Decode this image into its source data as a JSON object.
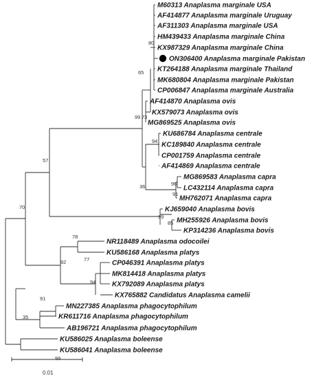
{
  "tree": {
    "leaves": [
      {
        "id": "L1",
        "accession": "M60313",
        "name": "Anaplasma marginale USA"
      },
      {
        "id": "L2",
        "accession": "AF414877",
        "name": "Anaplasma marginale Uruguay"
      },
      {
        "id": "L3",
        "accession": "AF311303",
        "name": "Anaplasma marginale USA"
      },
      {
        "id": "L4",
        "accession": "HM439433",
        "name": "Anaplasma marginale China"
      },
      {
        "id": "L5",
        "accession": "KX987329",
        "name": "Anaplasma marginale China"
      },
      {
        "id": "L6",
        "accession": "ON306400",
        "name": "Anaplasma marginale Pakistan",
        "marked": true
      },
      {
        "id": "L7",
        "accession": "KT264188",
        "name": "Anaplasma marginale Thailand"
      },
      {
        "id": "L8",
        "accession": "MK680804",
        "name": "Anaplasma marginale Pakistan"
      },
      {
        "id": "L9",
        "accession": "CP006847",
        "name": "Anaplasma marginale Australia"
      },
      {
        "id": "L10",
        "accession": "AF414870",
        "name": "Anaplasma ovis"
      },
      {
        "id": "L11",
        "accession": "KX579073",
        "name": "Anaplasma ovis"
      },
      {
        "id": "L12",
        "accession": "MG869525",
        "name": "Anaplasma ovis"
      },
      {
        "id": "L13",
        "accession": "KU686784",
        "name": "Anaplasma centrale"
      },
      {
        "id": "L14",
        "accession": "KC189840",
        "name": "Anaplasma centrale"
      },
      {
        "id": "L15",
        "accession": "CP001759",
        "name": "Anaplasma centrale"
      },
      {
        "id": "L16",
        "accession": "AF414869",
        "name": "Anaplasma centrale"
      },
      {
        "id": "L17",
        "accession": "MG869583",
        "name": "Anaplasma capra"
      },
      {
        "id": "L18",
        "accession": "LC432114",
        "name": "Anaplasma capra"
      },
      {
        "id": "L19",
        "accession": "MH762071",
        "name": "Anaplasma capra"
      },
      {
        "id": "L20",
        "accession": "KJ659040",
        "name": "Anaplasma bovis"
      },
      {
        "id": "L21",
        "accession": "MH255926",
        "name": "Anaplasma bovis"
      },
      {
        "id": "L22",
        "accession": "KP314236",
        "name": "Anaplasma bovis"
      },
      {
        "id": "L23",
        "accession": "NR118489",
        "name": "Anaplasma odocoilei"
      },
      {
        "id": "L24",
        "accession": "KU586168",
        "name": "Anaplasma platys"
      },
      {
        "id": "L25",
        "accession": "CP046391",
        "name": "Anaplasma platys"
      },
      {
        "id": "L26",
        "accession": "MK814418",
        "name": "Anaplasma platys"
      },
      {
        "id": "L27",
        "accession": "KX792089",
        "name": "Anaplasma platys"
      },
      {
        "id": "L28",
        "accession": "KX765882",
        "name": "Candidatus Anaplasma camelii"
      },
      {
        "id": "L29",
        "accession": "MN227385",
        "name": "Anaplasma phagocytophilum"
      },
      {
        "id": "L30",
        "accession": "KR611716",
        "name": "Anaplasma phagocytophilum"
      },
      {
        "id": "L31",
        "accession": "AB196721",
        "name": "Anaplasma phagocytophilum"
      },
      {
        "id": "L32",
        "accession": "KU586025",
        "name": "Anaplasma boleense"
      },
      {
        "id": "L33",
        "accession": "KU586041",
        "name": "Anaplasma boleense"
      }
    ],
    "bootstrap_values": [
      "80",
      "65",
      "99",
      "73",
      "94",
      "36",
      "96",
      "91",
      "57",
      "99",
      "85",
      "70",
      "78",
      "92",
      "77",
      "94",
      "91",
      "35",
      "99"
    ],
    "scale_bar": {
      "label": "0.01",
      "substitutions_per_site": 0.01
    },
    "colors": {
      "branch": "#2b2b2b",
      "text": "#1a1a1a",
      "marker": "#000000"
    }
  }
}
